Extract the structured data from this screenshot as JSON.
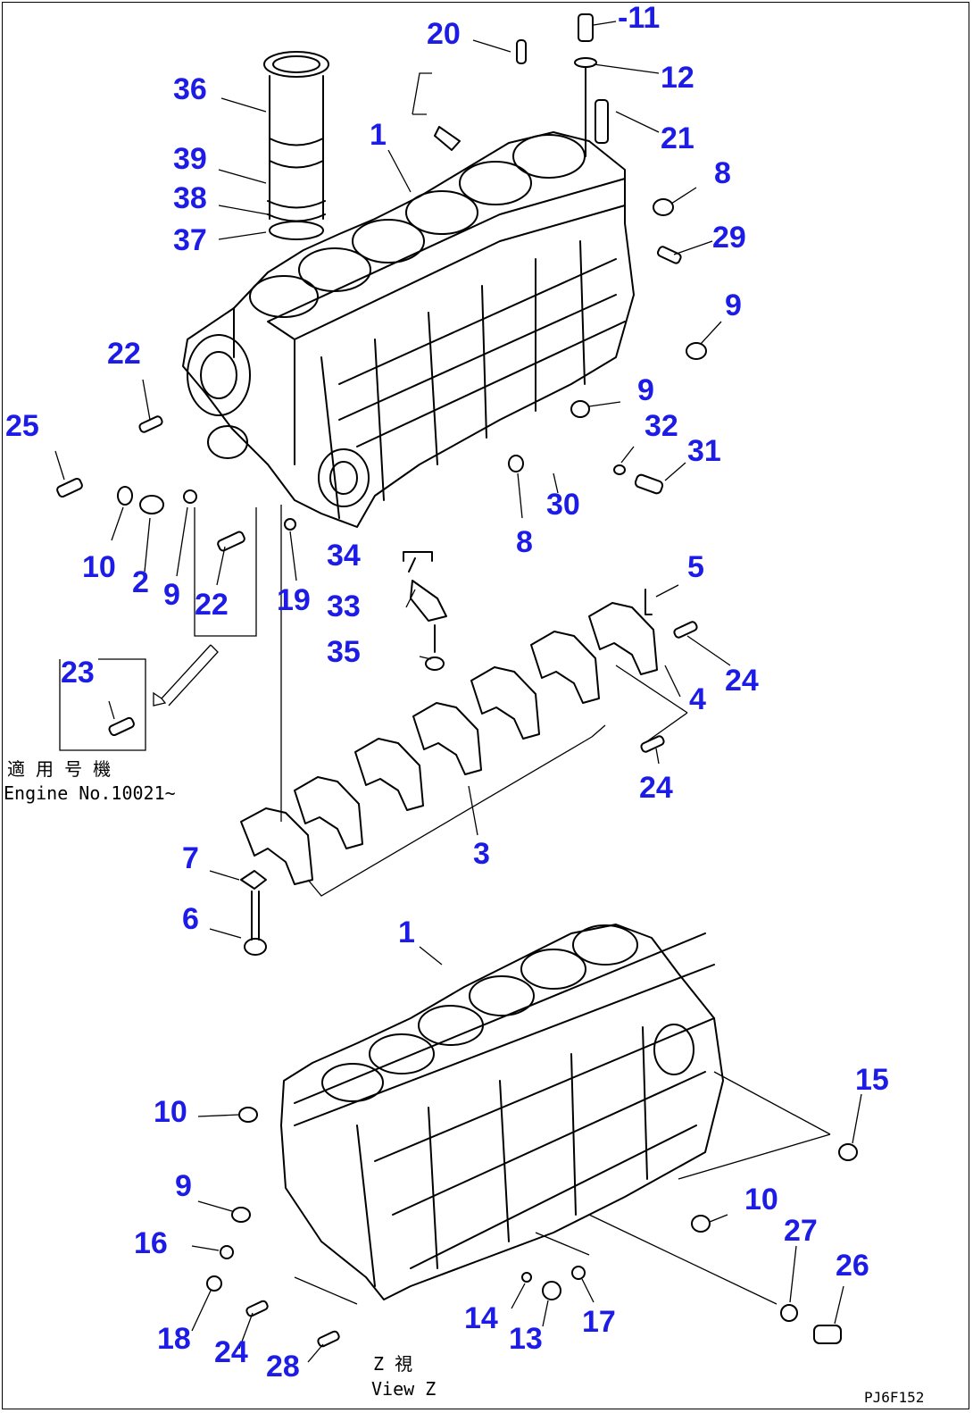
{
  "diagram": {
    "code": "PJ6F152",
    "view_letter": "Z",
    "applicable_jp": "適 用 号 機",
    "applicable_en": "Engine No.10021~",
    "view_jp": "Z  視",
    "view_en": "View Z"
  },
  "callouts": [
    {
      "id": "c11",
      "label": "-11"
    },
    {
      "id": "c20",
      "label": "20"
    },
    {
      "id": "c12",
      "label": "12"
    },
    {
      "id": "c36",
      "label": "36"
    },
    {
      "id": "c1a",
      "label": "1"
    },
    {
      "id": "c21",
      "label": "21"
    },
    {
      "id": "c39",
      "label": "39"
    },
    {
      "id": "c38",
      "label": "38"
    },
    {
      "id": "c37",
      "label": "37"
    },
    {
      "id": "c8a",
      "label": "8"
    },
    {
      "id": "c29",
      "label": "29"
    },
    {
      "id": "c9a",
      "label": "9"
    },
    {
      "id": "c22a",
      "label": "22"
    },
    {
      "id": "c9b",
      "label": "9"
    },
    {
      "id": "c25",
      "label": "25"
    },
    {
      "id": "c32",
      "label": "32"
    },
    {
      "id": "c31",
      "label": "31"
    },
    {
      "id": "c30",
      "label": "30"
    },
    {
      "id": "c10a",
      "label": "10"
    },
    {
      "id": "c2",
      "label": "2"
    },
    {
      "id": "c9c",
      "label": "9"
    },
    {
      "id": "c22b",
      "label": "22"
    },
    {
      "id": "c19",
      "label": "19"
    },
    {
      "id": "c8b",
      "label": "8"
    },
    {
      "id": "c34",
      "label": "34"
    },
    {
      "id": "c33",
      "label": "33"
    },
    {
      "id": "c35",
      "label": "35"
    },
    {
      "id": "c5",
      "label": "5"
    },
    {
      "id": "c24a",
      "label": "24"
    },
    {
      "id": "c23",
      "label": "23"
    },
    {
      "id": "c4",
      "label": "4"
    },
    {
      "id": "c24b",
      "label": "24"
    },
    {
      "id": "c3",
      "label": "3"
    },
    {
      "id": "c7",
      "label": "7"
    },
    {
      "id": "c6",
      "label": "6"
    },
    {
      "id": "c1b",
      "label": "1"
    },
    {
      "id": "c15",
      "label": "15"
    },
    {
      "id": "c10b",
      "label": "10"
    },
    {
      "id": "c9d",
      "label": "9"
    },
    {
      "id": "c10c",
      "label": "10"
    },
    {
      "id": "c16",
      "label": "16"
    },
    {
      "id": "c27",
      "label": "27"
    },
    {
      "id": "c26",
      "label": "26"
    },
    {
      "id": "c18",
      "label": "18"
    },
    {
      "id": "c14",
      "label": "14"
    },
    {
      "id": "c17",
      "label": "17"
    },
    {
      "id": "c13",
      "label": "13"
    },
    {
      "id": "c24c",
      "label": "24"
    },
    {
      "id": "c28",
      "label": "28"
    }
  ]
}
